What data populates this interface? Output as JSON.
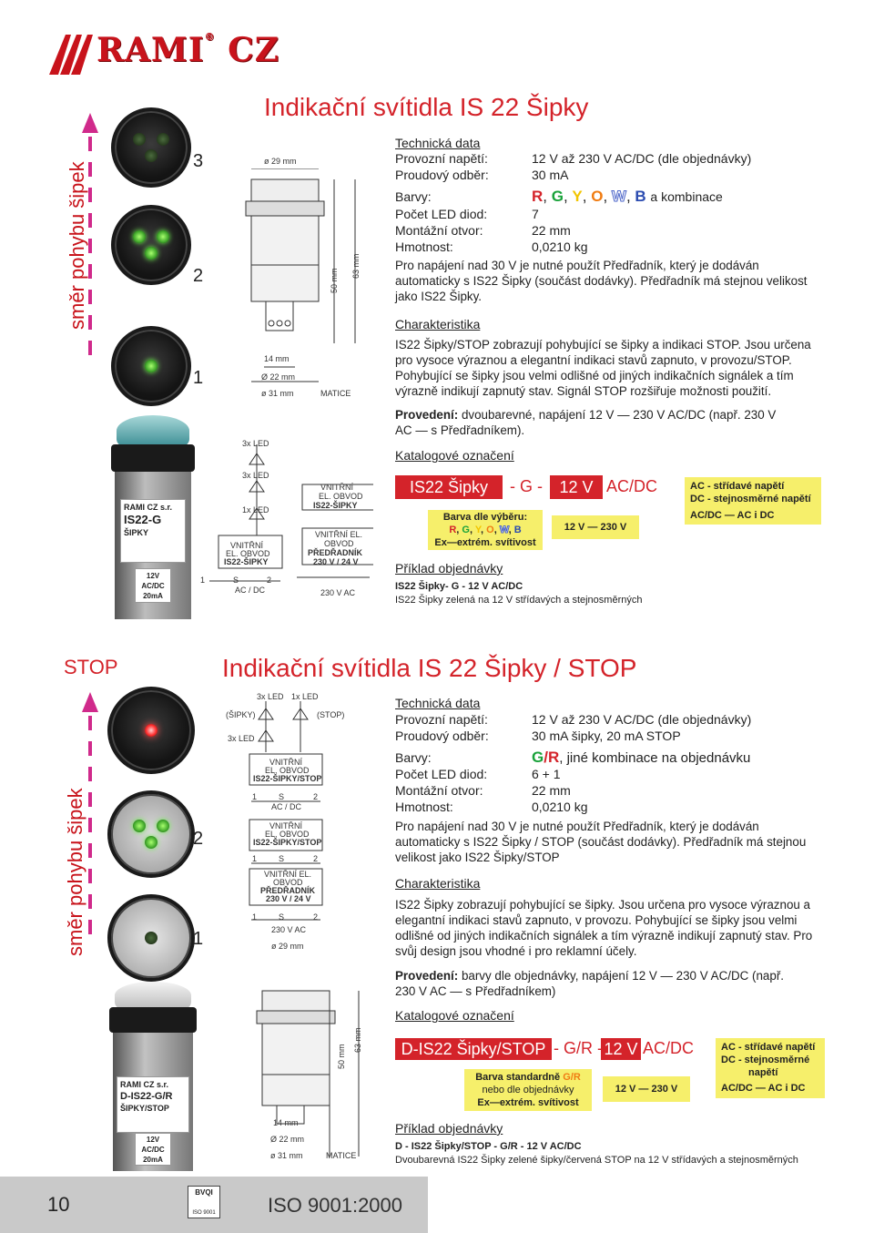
{
  "brand": {
    "name": "RAMI",
    "suffix": "CZ",
    "reg": "®"
  },
  "section1": {
    "title": "Indikační svítidla IS 22 Šipky",
    "side_label": "směr pohybu šipek",
    "numbers": [
      "3",
      "2",
      "1"
    ],
    "drawing": {
      "d29": "ø 29 mm",
      "h50": "50 mm",
      "h63": "63 mm",
      "w14": "14 mm",
      "d22": "Ø 22 mm",
      "d31": "ø 31 mm",
      "matice": "MATICE"
    },
    "circuit": {
      "led3a": "3x LED",
      "led3b": "3x LED",
      "led1": "1x LED",
      "inner1": "VNITŘNÍ",
      "inner2": "EL. OBVOD",
      "inner3": "IS22-ŠIPKY",
      "p1": "1",
      "ps": "S",
      "p2": "2",
      "acdc": "AC / DC",
      "box_a1": "VNITŘNÍ",
      "box_a2": "EL. OBVOD",
      "box_a3": "IS22-ŠIPKY",
      "box_b1": "VNITŘNÍ EL.",
      "box_b2": "OBVOD",
      "box_b3": "PŘEDŘADNÍK",
      "box_b4": "230 V / 24 V",
      "vac": "230 V AC"
    },
    "lamp_label": {
      "brand": "RAMI CZ s.r.",
      "model": "IS22-G",
      "sub": "ŠIPKY",
      "v": "12V",
      "acdc": "AC/DC",
      "ma": "20mA"
    },
    "tech_heading": "Technická data",
    "tech": [
      {
        "label": "Provozní napětí:",
        "value": "12 V  až  230 V AC/DC  (dle objednávky)"
      },
      {
        "label": "Proudový odběr:",
        "value": "30 mA"
      }
    ],
    "colors_label": "Barvy:",
    "colors": {
      "R": "R",
      "G": "G",
      "Y": "Y",
      "O": "O",
      "W": "W",
      "B": "B",
      "rest": "a kombinace",
      "sep": ", "
    },
    "tech2": [
      {
        "label": "Počet LED diod:",
        "value": "7"
      },
      {
        "label": "Montážní otvor:",
        "value": "22 mm"
      },
      {
        "label": "Hmotnost:",
        "value": "0,0210 kg"
      }
    ],
    "predradnik_note": "Pro napájení nad 30 V je nutné použít Předřadník, který je dodáván automaticky s IS22 Šipky (součást dodávky). Předřadník má stejnou velikost jako IS22 Šipky.",
    "char_heading": "Charakteristika",
    "char_text": "IS22 Šipky/STOP zobrazují pohybující se šipky a indikaci STOP. Jsou určena pro vysoce výraznou a elegantní indikaci stavů zapnuto, v provozu/STOP. Pohybující se šipky jsou velmi odlišné od jiných indikačních signálek a tím výrazně indikují zapnutý stav. Signál STOP rozšiřuje možnosti použití.",
    "provedeni_label": "Provedení:",
    "provedeni_text": "dvoubarevné, napájení 12 V — 230 V AC/DC (např. 230 V AC — s Předřadníkem).",
    "katalog_heading": "Katalogové označení",
    "code": {
      "main": "IS22 Šipky",
      "color": "- G -",
      "voltage": "12 V",
      "type": "AC/DC"
    },
    "color_note": {
      "line1": "Barva dle výběru:",
      "sep": ", ",
      "line3": "Ex—extrém. svítivost"
    },
    "voltage_note": "12 V — 230 V",
    "type_note": {
      "ac": "AC  - střídavé napětí",
      "dc": "DC  - stejnosměrné napětí",
      "acdc": "AC/DC  — AC i DC"
    },
    "example_heading": "Příklad objednávky",
    "example_code": "IS22 Šipky- G - 12 V AC/DC",
    "example_text": "IS22 Šipky zelená  na 12 V střídavých a stejnosměrných"
  },
  "section2": {
    "stop_label": "STOP",
    "title": "Indikační svítidla IS 22 Šipky / STOP",
    "side_label": "směr pohybu šipek",
    "numbers": [
      "2",
      "1"
    ],
    "circuit": {
      "sipky": "(ŠIPKY)",
      "stop": "(STOP)",
      "led3top": "3x LED",
      "led1top": "1x LED",
      "led3": "3x LED",
      "b1a": "VNITŘNÍ",
      "b1b": "EL. OBVOD",
      "b1c": "IS22-ŠIPKY/STOP",
      "p1": "1",
      "ps": "S",
      "p2": "2",
      "acdc": "AC / DC",
      "b2a": "VNITŘNÍ",
      "b2b": "EL. OBVOD",
      "b2c": "IS22-ŠIPKY/STOP",
      "b3a": "VNITŘNÍ EL.",
      "b3b": "OBVOD",
      "b3c": "PŘEDŘADNÍK",
      "b3d": "230 V / 24 V",
      "vac": "230 V AC",
      "d29": "ø 29 mm"
    },
    "drawing": {
      "h50": "50 mm",
      "h63": "63 mm",
      "w14": "14 mm",
      "d22": "Ø 22 mm",
      "d31": "ø 31 mm",
      "matice": "MATICE"
    },
    "lamp_label": {
      "brand": "RAMI CZ s.r.",
      "model": "D-IS22-G/R",
      "sub": "ŠIPKY/STOP",
      "v": "12V",
      "acdc": "AC/DC",
      "ma": "20mA"
    },
    "tech_heading": "Technická data",
    "tech": [
      {
        "label": "Provozní napětí:",
        "value": "12 V  až  230 V AC/DC  (dle objednávky)"
      },
      {
        "label": "Proudový odběr:",
        "value": "30 mA šipky, 20 mA STOP"
      }
    ],
    "colors_label": "Barvy:",
    "colors": {
      "G": "G",
      "slash": "/",
      "R": "R",
      "rest": ", jiné kombinace na objednávku"
    },
    "tech2": [
      {
        "label": "Počet LED diod:",
        "value": "6 + 1"
      },
      {
        "label": "Montážní otvor:",
        "value": "22 mm"
      },
      {
        "label": "Hmotnost:",
        "value": "0,0210 kg"
      }
    ],
    "predradnik_note": "Pro napájení nad 30 V je nutné použít Předřadník, který je dodáván automaticky s IS22 Šipky / STOP (součást dodávky). Předřadník má stejnou velikost jako IS22 Šipky/STOP",
    "char_heading": "Charakteristika",
    "char_text": "IS22 Šipky zobrazují pohybující se šipky. Jsou určena pro vysoce výraznou a elegantní indikaci stavů zapnuto, v provozu. Pohybující se šipky jsou velmi odlišné od jiných indikačních signálek a tím výrazně indikují zapnutý stav. Pro svůj design jsou vhodné i pro reklamní účely.",
    "provedeni_label": "Provedení:",
    "provedeni_text": "barvy dle objednávky, napájení 12 V — 230 V AC/DC (např. 230 V AC — s Předřadníkem)",
    "katalog_heading": "Katalogové označení",
    "code": {
      "main": "D-IS22 Šipky/STOP",
      "color": "- G/R -",
      "voltage": "12 V",
      "type": "AC/DC"
    },
    "color_note": {
      "line1a": "Barva standardně ",
      "gr": "G/R",
      "line2": "nebo dle objednávky",
      "line3": "Ex—extrém. svítivost"
    },
    "voltage_note": "12 V — 230 V",
    "type_note": {
      "ac": "AC  - střídavé napětí",
      "dc1": "DC  - stejnosměrné",
      "dc2": "napětí",
      "acdc": "AC/DC  — AC i DC"
    },
    "example_heading": "Příklad objednávky",
    "example_code": "D - IS22 Šipky/STOP - G/R - 12 V AC/DC",
    "example_text": "Dvoubarevná IS22 Šipky  zelené šipky/červená  STOP na 12 V střídavých a stejnosměrných"
  },
  "footer": {
    "page": "10",
    "badge_top": "BVQI",
    "badge_bottom": "ISO 9001",
    "iso": "ISO 9001:2000"
  },
  "colors_theme": {
    "accent": "#d4232a",
    "arrow": "#d02a8b",
    "yellow": "#f6ef6b"
  }
}
